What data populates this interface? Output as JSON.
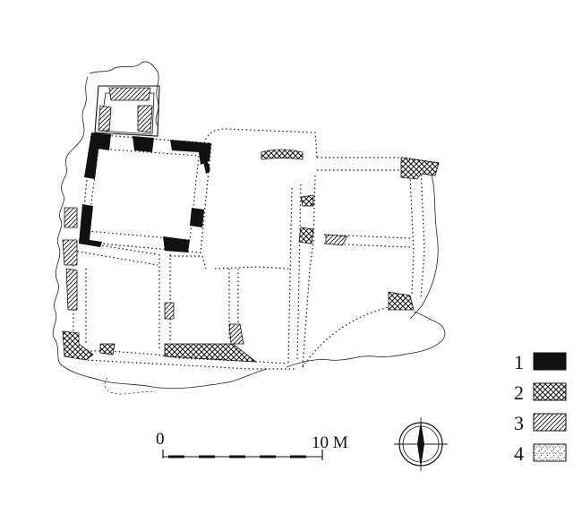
{
  "legend": [
    {
      "number": "1",
      "pattern": "solid-black"
    },
    {
      "number": "2",
      "pattern": "cross-hatch"
    },
    {
      "number": "3",
      "pattern": "diagonal-hatch"
    },
    {
      "number": "4",
      "pattern": "dotted-hatch"
    }
  ],
  "scale_bar": {
    "start_label": "0",
    "end_label": "10 M"
  },
  "compass": {
    "icon": "north-arrow-compass-icon"
  },
  "colors": {
    "ink": "#111111",
    "paper": "#ffffff"
  }
}
